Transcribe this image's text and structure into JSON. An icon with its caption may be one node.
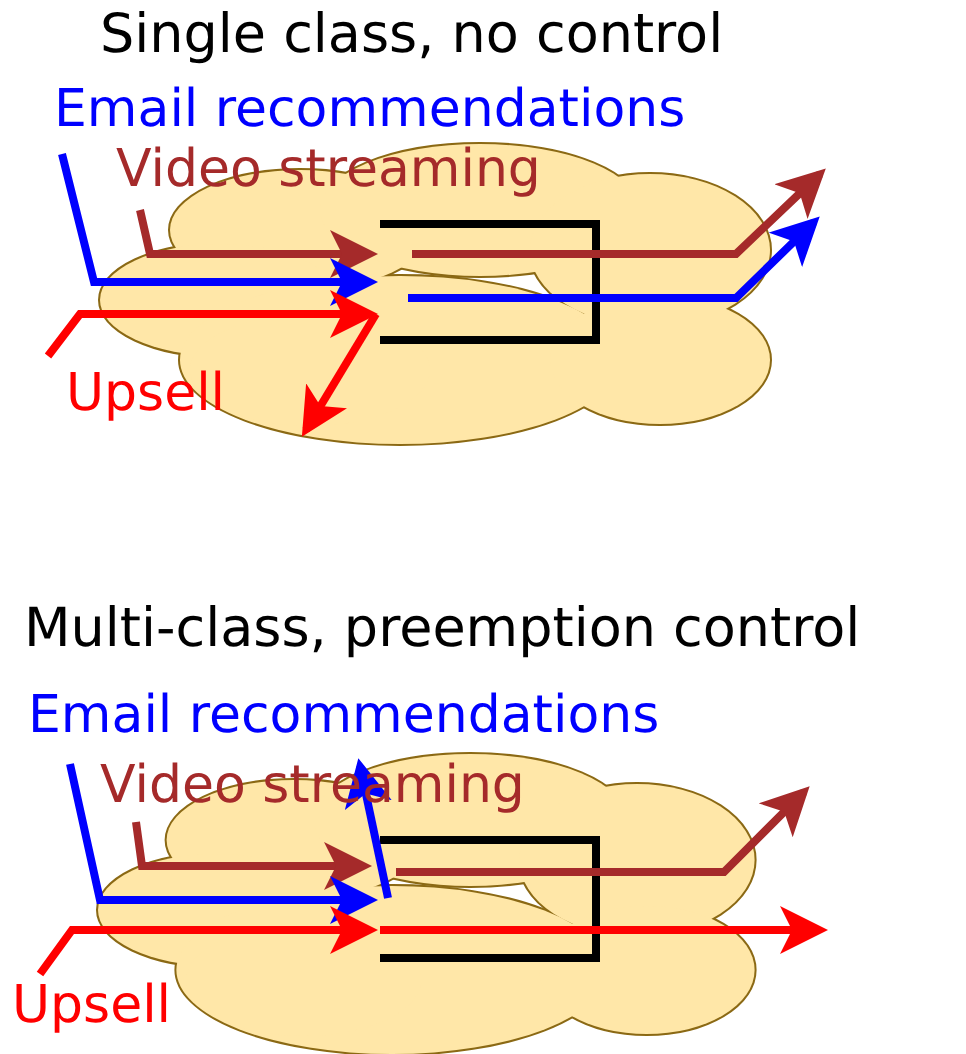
{
  "diagram": {
    "labels": [
      "Single class, no control",
      "Email recommendations",
      "Video streaming",
      "Upsell",
      "Multi-class, preemption control",
      "Email recommendations",
      "Video streaming",
      "Upsell"
    ]
  }
}
